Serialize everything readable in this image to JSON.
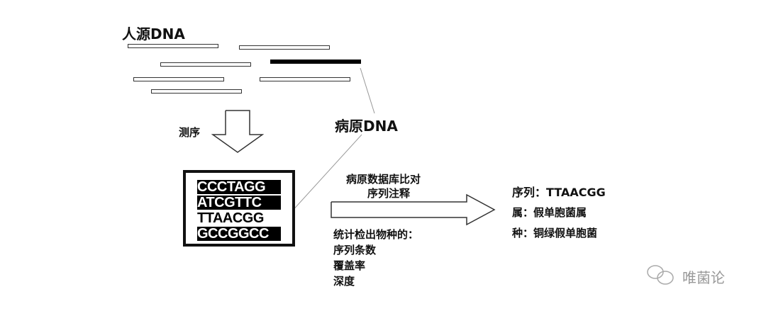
{
  "human_dna_label": "人源DNA",
  "pathogen_dna_label": "病原DNA",
  "sequencing_label": "测序",
  "sequences": [
    "CCCTAGG",
    "ATCGTTC",
    "TTAACGG",
    "GCCGGCC"
  ],
  "compare_lines": [
    "病原数据库比对",
    "序列注释"
  ],
  "stats_lines": [
    "统计检出物种的：",
    "序列条数",
    "覆盖率",
    "深度"
  ],
  "result": {
    "sequence": "序列：TTAACGG",
    "genus": "属：假单胞菌属",
    "species": "种：铜绿假单胞菌"
  },
  "watermark": "唯菌论"
}
